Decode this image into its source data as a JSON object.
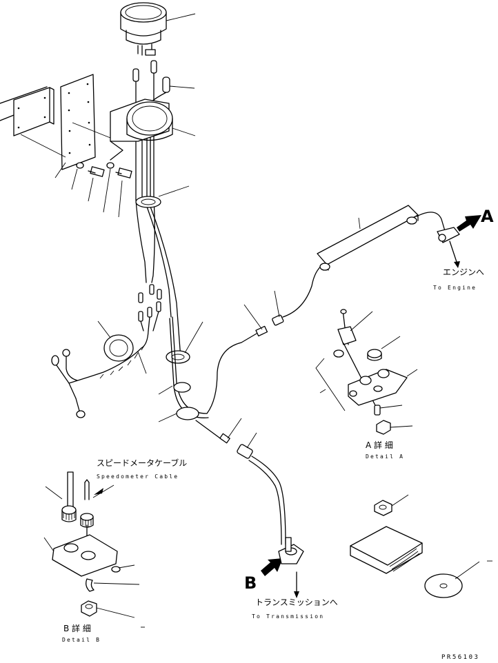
{
  "callouts": {
    "a": "A",
    "b": "B"
  },
  "labels": {
    "to_engine_jp": "エンジンへ",
    "to_engine_en": "To Engine",
    "speedometer_cable_jp": "スピードメータケーブル",
    "speedometer_cable_en": "Speedometer Cable",
    "to_transmission_jp": "トランスミッションへ",
    "to_transmission_en": "To Transmission",
    "detail_a_jp": "A 詳 細",
    "detail_a_en": "Detail A",
    "detail_b_jp": "B 詳 細",
    "detail_b_en": "Detail B"
  },
  "drawing_code": "PR56103"
}
